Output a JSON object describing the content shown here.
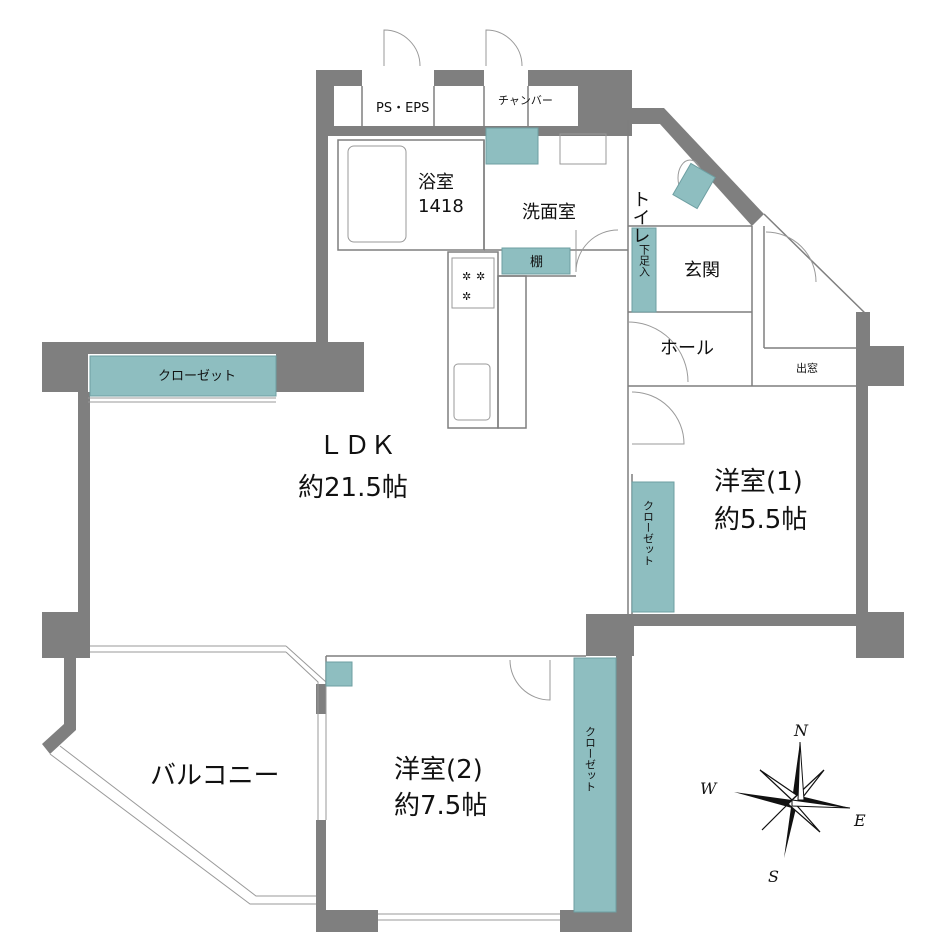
{
  "rooms": {
    "ldk_name": "ＬＤＫ",
    "ldk_size": "約21.5帖",
    "western1_name": "洋室(1)",
    "western1_size": "約5.5帖",
    "western2_name": "洋室(2)",
    "western2_size": "約7.5帖",
    "bath_name": "浴室",
    "bath_size": "1418",
    "washroom": "洗面室",
    "toilet": "トイレ",
    "entrance": "玄関",
    "hall": "ホール",
    "balcony": "バルコニー",
    "bay_window": "出窓"
  },
  "storage": {
    "ps_eps": "PS・EPS",
    "chamber": "チャンバー",
    "shelf": "棚",
    "shoe_box": "下足入",
    "closet_ldk": "クローゼット",
    "closet_w1": "クローゼット",
    "closet_w2": "クローゼット"
  },
  "compass": {
    "n": "N",
    "e": "E",
    "s": "S",
    "w": "W"
  },
  "colors": {
    "wall": "#7f7f7f",
    "storage": "#8ebec0",
    "line": "#7f7f7f"
  }
}
